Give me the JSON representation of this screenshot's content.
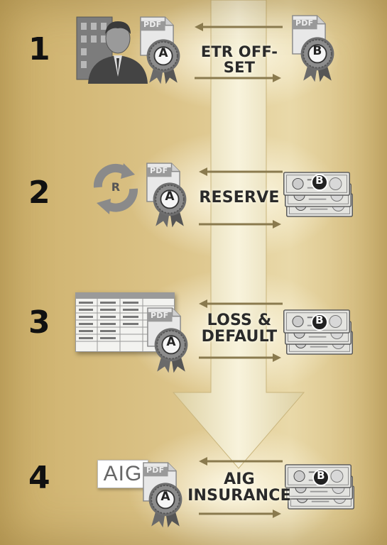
{
  "steps": [
    {
      "number": "1",
      "label_lines": [
        "ETR OFF-SET"
      ],
      "left_badge": "A",
      "right_badge": "B",
      "right_icon": "pdf-document-icon",
      "left_icon": "businessman-building-icon"
    },
    {
      "number": "2",
      "label_lines": [
        "RESERVE"
      ],
      "left_badge": "A",
      "right_badge": "B",
      "right_icon": "banknotes-icon",
      "left_icon": "recycle-r-icon",
      "recycle_letter": "R"
    },
    {
      "number": "3",
      "label_lines": [
        "LOSS &",
        "DEFAULT"
      ],
      "left_badge": "A",
      "right_badge": "B",
      "right_icon": "banknotes-icon",
      "left_icon": "spreadsheet-icon"
    },
    {
      "number": "4",
      "label_lines": [
        "AIG",
        "INSURANCE"
      ],
      "left_badge": "A",
      "right_badge": "B",
      "right_icon": "banknotes-icon",
      "left_icon": "aig-logo",
      "logo_text": "AIG"
    }
  ],
  "doc_label": "PDF",
  "colors": {
    "arrow": "#8a7a4e",
    "big_arrow": "#f2eccd",
    "text": "#2a2a2a"
  }
}
